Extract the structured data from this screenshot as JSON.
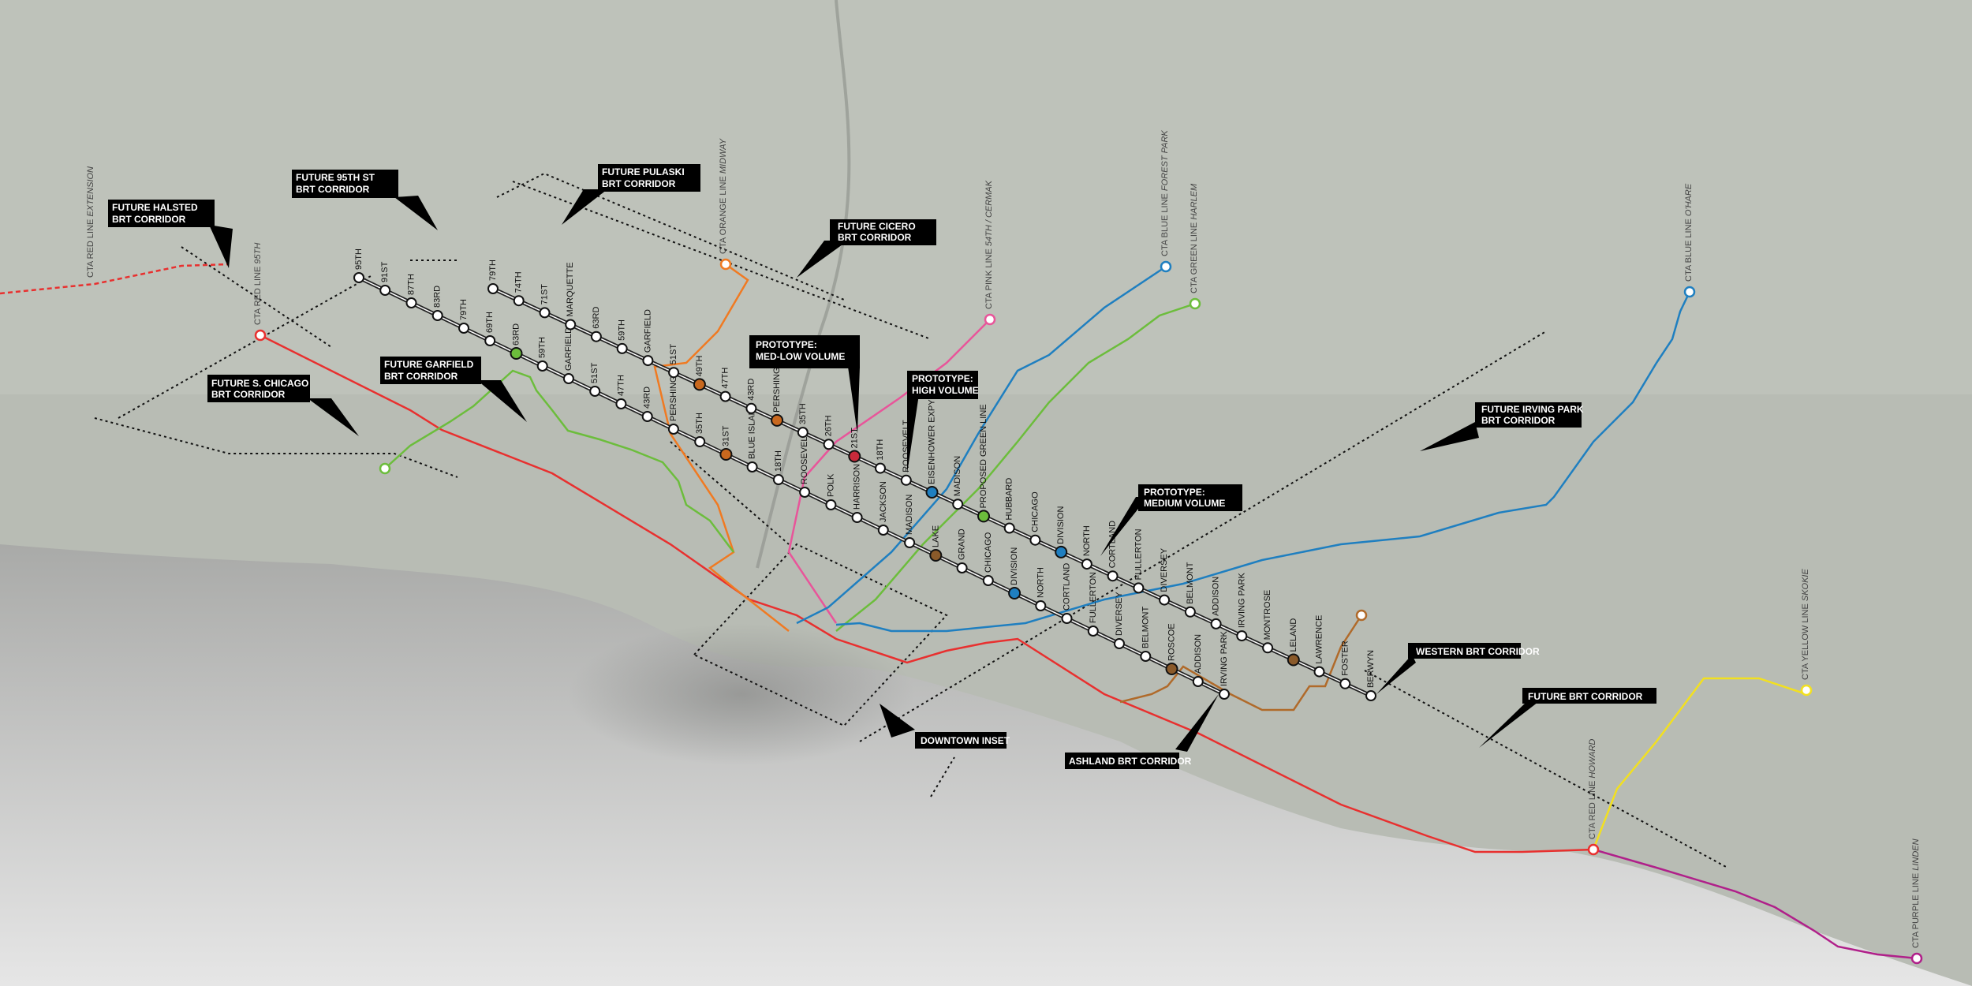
{
  "callouts": {
    "halsted": [
      "FUTURE HALSTED",
      "BRT CORRIDOR"
    ],
    "ninety_fifth": [
      "FUTURE 95TH ST",
      "BRT CORRIDOR"
    ],
    "pulaski": [
      "FUTURE PULASKI",
      "BRT CORRIDOR"
    ],
    "cicero": [
      "FUTURE CICERO",
      "BRT CORRIDOR"
    ],
    "s_chicago": [
      "FUTURE S. CHICAGO",
      "BRT CORRIDOR"
    ],
    "garfield": [
      "FUTURE GARFIELD",
      "BRT CORRIDOR"
    ],
    "proto_med_low": [
      "PROTOTYPE:",
      "MED-LOW VOLUME"
    ],
    "proto_high": [
      "PROTOTYPE:",
      "HIGH VOLUME"
    ],
    "proto_medium": [
      "PROTOTYPE:",
      "MEDIUM VOLUME"
    ],
    "irving_park": [
      "FUTURE IRVING PARK",
      "BRT CORRIDOR"
    ],
    "western": [
      "WESTERN BRT CORRIDOR"
    ],
    "future_brt": [
      "FUTURE BRT CORRIDOR"
    ],
    "downtown": [
      "DOWNTOWN INSET"
    ],
    "ashland": [
      "ASHLAND BRT CORRIDOR"
    ]
  },
  "cta_lines": {
    "red_ext": {
      "prefix": "CTA RED LINE ",
      "name": "EXTENSION",
      "color": "#e8302f"
    },
    "red_95": {
      "prefix": "CTA RED LINE ",
      "name": "95TH",
      "color": "#e8302f"
    },
    "orange": {
      "prefix": "CTA ORANGE LINE ",
      "name": "MIDWAY",
      "color": "#f07a22"
    },
    "pink": {
      "prefix": "CTA PINK LINE ",
      "name": "54TH / CERMAK",
      "color": "#e8559a"
    },
    "blue_fp": {
      "prefix": "CTA BLUE LINE ",
      "name": "FOREST PARK",
      "color": "#1f7fc0"
    },
    "green": {
      "prefix": "CTA GREEN LINE ",
      "name": "HARLEM",
      "color": "#6cbd3c"
    },
    "blue_ohare": {
      "prefix": "CTA BLUE LINE ",
      "name": "O'HARE",
      "color": "#1f7fc0"
    },
    "red_howard": {
      "prefix": "CTA RED LINE ",
      "name": "HOWARD",
      "color": "#e8302f"
    },
    "yellow": {
      "prefix": "CTA YELLOW LINE ",
      "name": "SKOKIE",
      "color": "#f2e020"
    },
    "purple": {
      "prefix": "CTA PURPLE LINE ",
      "name": "LINDEN",
      "color": "#b0208a"
    }
  },
  "stations": {
    "ninety_fifth_line": [
      "95TH",
      "91ST",
      "87TH",
      "83RD",
      "79TH",
      "69TH",
      "63RD",
      "59TH",
      "GARFIELD",
      "51ST",
      "47TH",
      "43RD",
      "PERSHING",
      "35TH",
      "31ST",
      "BLUE ISLAND",
      "18TH",
      "ROOSEVELT",
      "POLK",
      "HARRISON",
      "JACKSON",
      "MADISON",
      "LAKE",
      "GRAND",
      "CHICAGO",
      "DIVISION",
      "NORTH",
      "CORTLAND",
      "FULLERTON",
      "DIVERSEY",
      "BELMONT",
      "ROSCOE",
      "ADDISON",
      "IRVING PARK"
    ],
    "marquette_line": [
      "79TH",
      "74TH",
      "71ST",
      "MARQUETTE",
      "63RD",
      "59TH",
      "GARFIELD",
      "51ST",
      "49TH",
      "47TH",
      "43RD",
      "PERSHING",
      "35TH",
      "26TH",
      "21ST",
      "18TH",
      "ROOSEVELT",
      "EISENHOWER EXPY",
      "MADISON",
      "PROPOSED GREEN LINE",
      "HUBBARD",
      "CHICAGO",
      "DIVISION",
      "NORTH",
      "CORTLAND",
      "FULLERTON",
      "DIVERSEY",
      "BELMONT",
      "ADDISON",
      "IRVING PARK",
      "MONTROSE",
      "LELAND",
      "LAWRENCE",
      "FOSTER",
      "BERWYN"
    ]
  },
  "colors": {
    "corridor": "#1a1a1a",
    "interchange_orange": "#c8681e",
    "interchange_blue": "#1f7fc0",
    "interchange_green": "#6cbd3c",
    "interchange_red": "#c82a3a",
    "interchange_brown": "#8a5a2a"
  }
}
